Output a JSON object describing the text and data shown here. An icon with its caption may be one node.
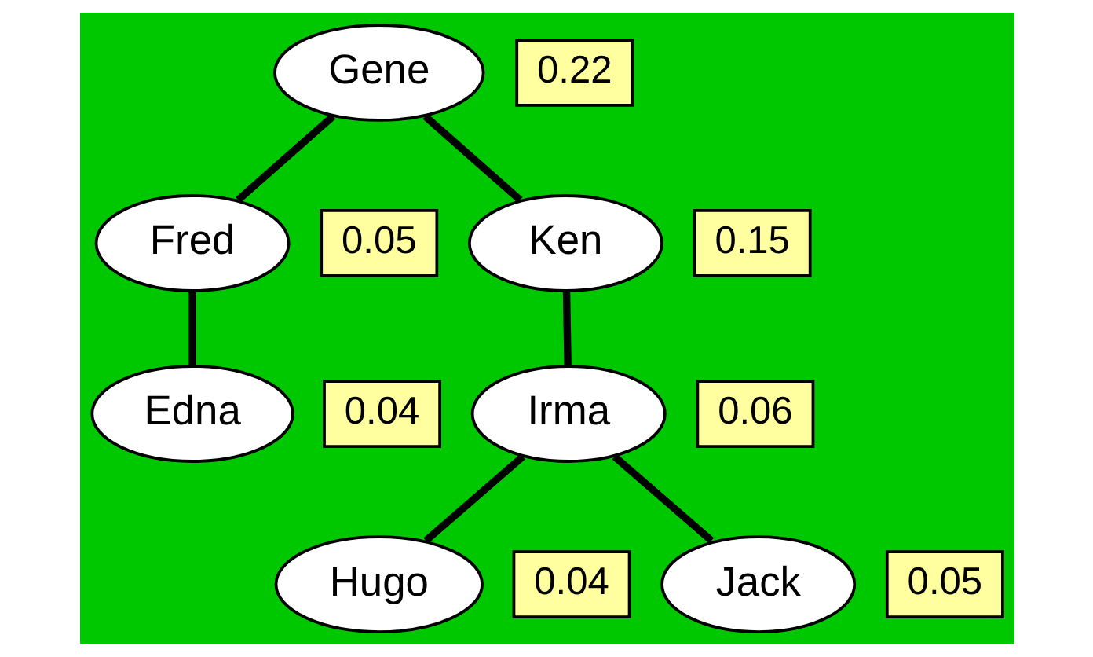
{
  "diagram": {
    "nodes": [
      {
        "text": [
          "Gene"
        ],
        "beside": [
          "0.22"
        ]
      },
      {
        "text": [
          "Fred"
        ],
        "beside": [
          "0.05"
        ]
      },
      {
        "text": [
          "Ken"
        ],
        "beside": [
          "0.15"
        ]
      },
      {
        "text": [
          "Irma"
        ],
        "beside": [
          "0.06"
        ]
      },
      {
        "text": [
          "Edna"
        ],
        "beside": [
          "0.04"
        ]
      },
      {
        "text": [
          "Hugo"
        ],
        "beside": [
          "0.04"
        ]
      },
      {
        "text": [
          "Jack"
        ],
        "beside": [
          "0.05"
        ]
      }
    ],
    "edges": [
      {
        "from": 0,
        "to": 1,
        "arrow": "none"
      },
      {
        "from": 0,
        "to": 2,
        "arrow": "none"
      },
      {
        "from": 1,
        "to": 4,
        "arrow": "none"
      },
      {
        "from": 2,
        "to": 3,
        "arrow": "none"
      },
      {
        "from": 3,
        "to": 5,
        "arrow": "none"
      },
      {
        "from": 3,
        "to": 6,
        "arrow": "none"
      }
    ]
  }
}
